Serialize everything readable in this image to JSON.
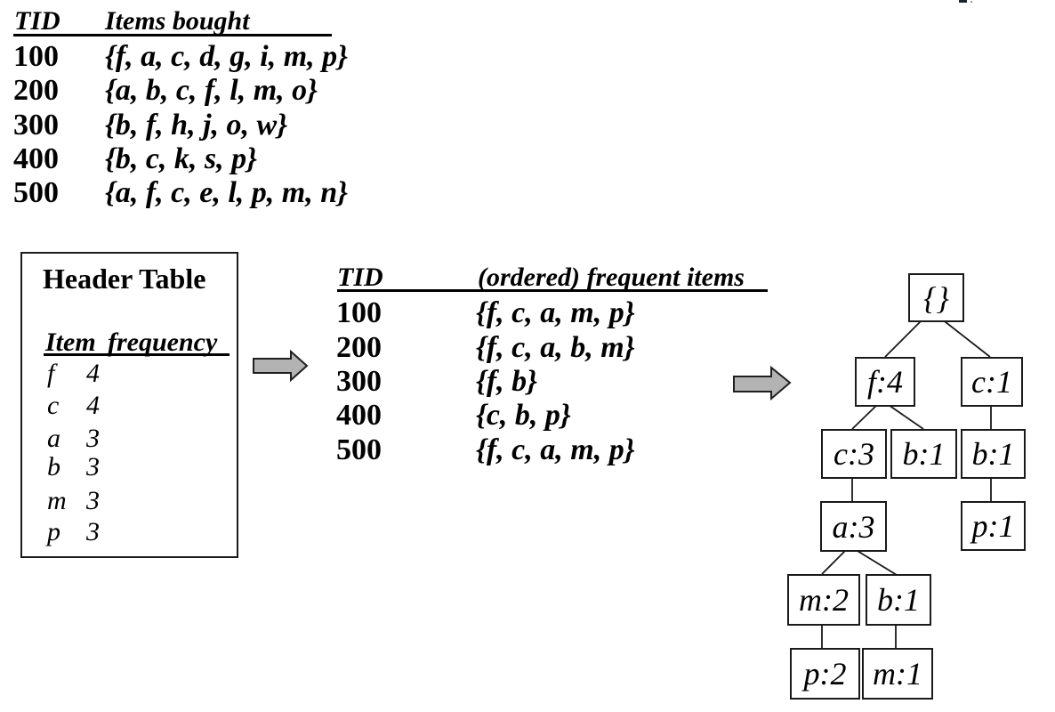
{
  "colors": {
    "text": "#000000",
    "arrow_fill": "#b3b3b3",
    "arrow_stroke": "#1f1f1f",
    "box_border": "#1a1a1a"
  },
  "transactions_table": {
    "headers": {
      "tid": "TID",
      "items": "Items bought"
    },
    "rows": [
      {
        "tid": "100",
        "items": "{f, a, c, d, g, i, m, p}"
      },
      {
        "tid": "200",
        "items": "{a, b, c, f, l, m, o}"
      },
      {
        "tid": "300",
        "items": "{b, f, h, j, o, w}"
      },
      {
        "tid": "400",
        "items": "{b, c, k, s, p}"
      },
      {
        "tid": "500",
        "items": "{a, f, c, e, l, p, m, n}"
      }
    ]
  },
  "header_table": {
    "title": "Header Table",
    "columns": {
      "item": "Item",
      "frequency": "frequency"
    },
    "rows": [
      {
        "item": "f",
        "frequency": "4"
      },
      {
        "item": "c",
        "frequency": "4"
      },
      {
        "item": "a",
        "frequency": "3"
      },
      {
        "item": "b",
        "frequency": "3"
      },
      {
        "item": "m",
        "frequency": "3"
      },
      {
        "item": "p",
        "frequency": "3"
      }
    ]
  },
  "ordered_table": {
    "headers": {
      "tid": "TID",
      "items": "(ordered) frequent items"
    },
    "rows": [
      {
        "tid": "100",
        "items": "{f, c, a, m, p}"
      },
      {
        "tid": "200",
        "items": "{f, c, a, b, m}"
      },
      {
        "tid": "300",
        "items": "{f, b}"
      },
      {
        "tid": "400",
        "items": "{c, b, p}"
      },
      {
        "tid": "500",
        "items": "{f, c, a, m, p}"
      }
    ]
  },
  "fp_tree": {
    "nodes": [
      {
        "id": "root",
        "label": "{}"
      },
      {
        "id": "f4",
        "label": "f:4"
      },
      {
        "id": "c1",
        "label": "c:1"
      },
      {
        "id": "c3",
        "label": "c:3"
      },
      {
        "id": "b1-mid",
        "label": "b:1"
      },
      {
        "id": "b1-right",
        "label": "b:1"
      },
      {
        "id": "a3",
        "label": "a:3"
      },
      {
        "id": "p1",
        "label": "p:1"
      },
      {
        "id": "m2",
        "label": "m:2"
      },
      {
        "id": "b1-low",
        "label": "b:1"
      },
      {
        "id": "p2",
        "label": "p:2"
      },
      {
        "id": "m1",
        "label": "m:1"
      }
    ],
    "edges": [
      [
        "root",
        "f4"
      ],
      [
        "root",
        "c1"
      ],
      [
        "f4",
        "c3"
      ],
      [
        "f4",
        "b1-mid"
      ],
      [
        "c1",
        "b1-right"
      ],
      [
        "c3",
        "a3"
      ],
      [
        "b1-right",
        "p1"
      ],
      [
        "a3",
        "m2"
      ],
      [
        "a3",
        "b1-low"
      ],
      [
        "m2",
        "p2"
      ],
      [
        "b1-low",
        "m1"
      ]
    ]
  }
}
